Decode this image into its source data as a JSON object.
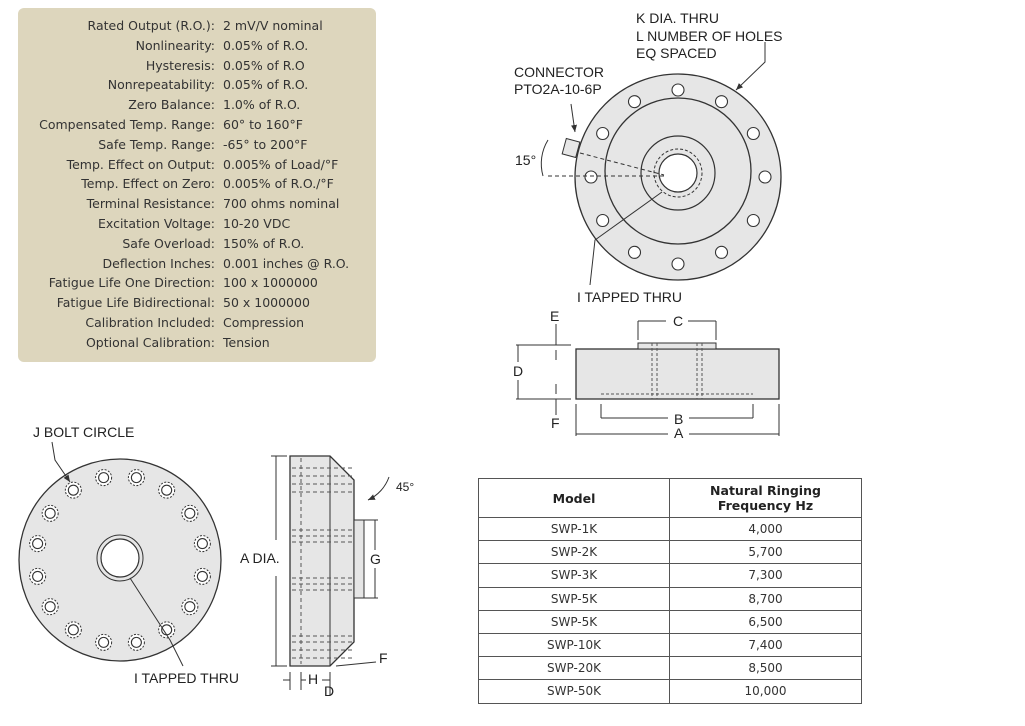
{
  "specs": [
    {
      "label": "Rated Output (R.O.):",
      "value": "2 mV/V nominal"
    },
    {
      "label": "Nonlinearity:",
      "value": "0.05% of R.O."
    },
    {
      "label": "Hysteresis:",
      "value": "0.05% of R.O"
    },
    {
      "label": "Nonrepeatability:",
      "value": "0.05% of R.O."
    },
    {
      "label": "Zero Balance:",
      "value": "1.0% of R.O."
    },
    {
      "label": "Compensated Temp. Range:",
      "value": "60° to 160°F"
    },
    {
      "label": "Safe Temp. Range:",
      "value": "-65° to 200°F"
    },
    {
      "label": "Temp. Effect on Output:",
      "value": "0.005% of Load/°F"
    },
    {
      "label": "Temp. Effect on Zero:",
      "value": "0.005% of R.O./°F"
    },
    {
      "label": "Terminal Resistance:",
      "value": "700 ohms nominal"
    },
    {
      "label": "Excitation Voltage:",
      "value": "10-20 VDC"
    },
    {
      "label": "Safe Overload:",
      "value": "150% of R.O."
    },
    {
      "label": "Deflection Inches:",
      "value": "0.001 inches @ R.O."
    },
    {
      "label": "Fatigue Life One Direction:",
      "value": "100 x 1000000"
    },
    {
      "label": "Fatigue Life Bidirectional:",
      "value": "50 x 1000000"
    },
    {
      "label": "Calibration Included:",
      "value": "Compression"
    },
    {
      "label": "Optional Calibration:",
      "value": "Tension"
    }
  ],
  "top_drawing": {
    "k_line1": "K DIA. THRU",
    "k_line2": "L NUMBER OF HOLES",
    "k_line3": "EQ SPACED",
    "connector_line1": "CONNECTOR",
    "connector_line2": "PTO2A-10-6P",
    "angle": "15°",
    "tapped": "I TAPPED THRU"
  },
  "side_drawing": {
    "c": "C",
    "e": "E",
    "d": "D",
    "f": "F",
    "b": "B",
    "a": "A"
  },
  "bottom_left": {
    "bolt_circle": "J BOLT CIRCLE",
    "tapped": "I TAPPED THRU"
  },
  "section": {
    "a_dia": "A DIA.",
    "g": "G",
    "angle": "45°",
    "f": "F",
    "h": "H",
    "d": "D"
  },
  "table": {
    "headers": [
      "Model",
      "Natural Ringing Frequency Hz"
    ],
    "rows": [
      {
        "model": "SWP-1K",
        "freq": "4,000"
      },
      {
        "model": "SWP-2K",
        "freq": "5,700"
      },
      {
        "model": "SWP-3K",
        "freq": "7,300"
      },
      {
        "model": "SWP-5K",
        "freq": "8,700"
      },
      {
        "model": "SWP-5K",
        "freq": "6,500"
      },
      {
        "model": "SWP-10K",
        "freq": "7,400"
      },
      {
        "model": "SWP-20K",
        "freq": "8,500"
      },
      {
        "model": "SWP-50K",
        "freq": "10,000"
      }
    ]
  },
  "colors": {
    "panel": "#ddd6bd",
    "part_fill": "#e6e6e6",
    "outline": "#333333"
  }
}
